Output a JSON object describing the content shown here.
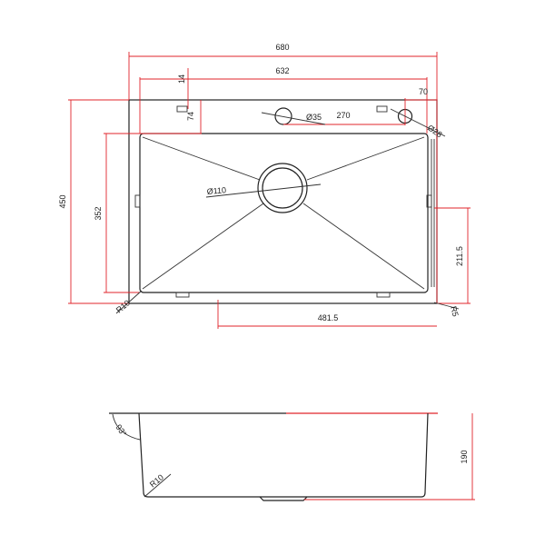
{
  "drawing": {
    "top_view": {
      "overall_width": "680",
      "inner_width": "632",
      "overall_depth": "450",
      "bowl_depth": "352",
      "drain_offset_x": "481.5",
      "drain_offset_y": "211.5",
      "tap_hole_offset": "70",
      "tap_hole_spacing": "270",
      "tap_hole_diameter_1": "Ø35",
      "tap_hole_diameter_2": "Ø28",
      "drain_diameter": "Ø110",
      "clip_offset": "14",
      "rim_width": "74",
      "corner_radius_outer": "R10",
      "corner_radius_small": "R5"
    },
    "side_view": {
      "height": "190",
      "wall_angle": "93°",
      "bottom_radius": "R10"
    },
    "colors": {
      "dimension": "#e0242b",
      "outline": "#222222"
    }
  }
}
